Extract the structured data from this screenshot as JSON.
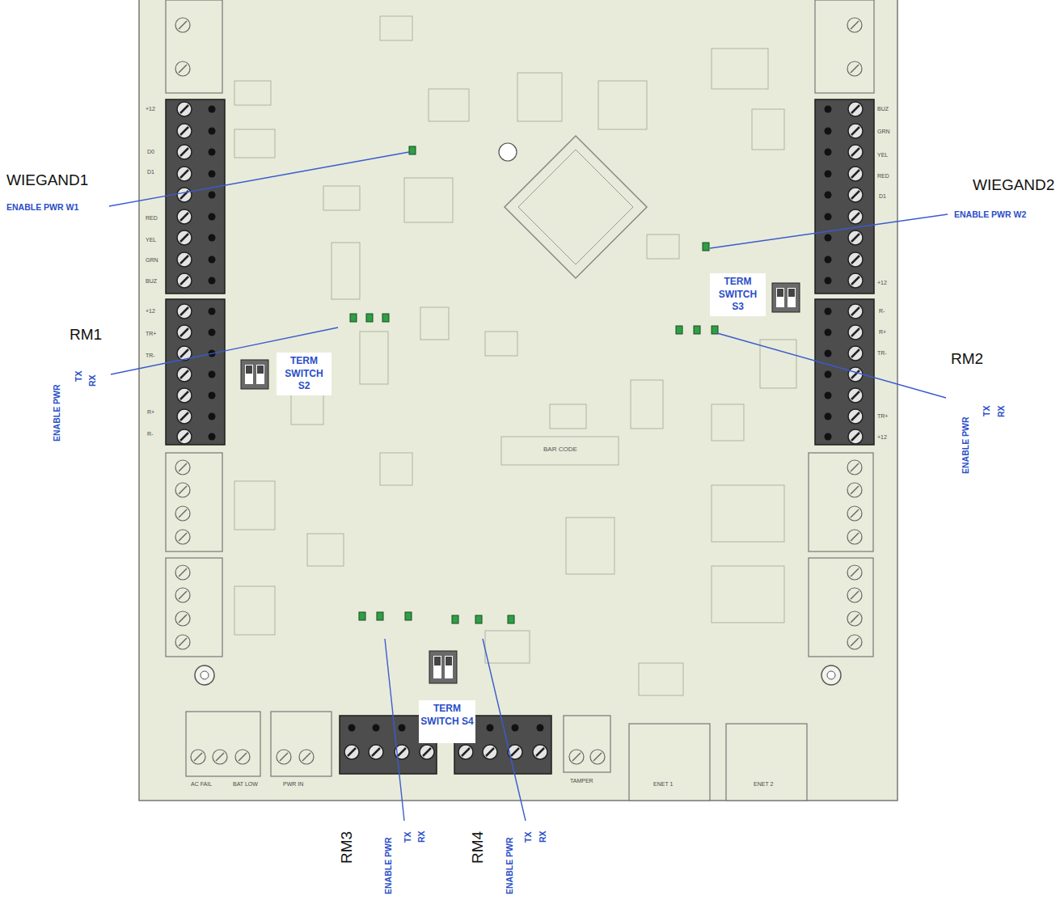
{
  "diagram": {
    "nodes": [
      {
        "text": [
          "TERM SWITCH S2"
        ]
      },
      {
        "text": [
          "TERM SWITCH S3"
        ]
      },
      {
        "text": [
          "TERM SWITCH S4"
        ]
      }
    ],
    "labels": [
      "WIEGAND1",
      "ENABLE PWR W1",
      "WIEGAND2",
      "ENABLE PWR W2",
      "RM1",
      "ENABLE PWR",
      "TX",
      "RX",
      "RM2",
      "ENABLE PWR",
      "TX",
      "RX",
      "RM3",
      "ENABLE PWR",
      "TX",
      "RX",
      "RM4",
      "ENABLE PWR",
      "TX",
      "RX",
      "+12",
      "D0",
      "D1",
      "RED",
      "YEL",
      "GRN",
      "BUZ",
      "+12",
      "TR+",
      "TR-",
      "R+",
      "R-",
      "BUZ",
      "GRN",
      "YEL",
      "RED",
      "D1",
      "+12",
      "R-",
      "R+",
      "TR-",
      "TR+",
      "+12",
      "AC FAIL",
      "BAT LOW",
      "PWR IN",
      "TAMPER",
      "ENET 1",
      "ENET 2",
      "BAR CODE"
    ]
  }
}
